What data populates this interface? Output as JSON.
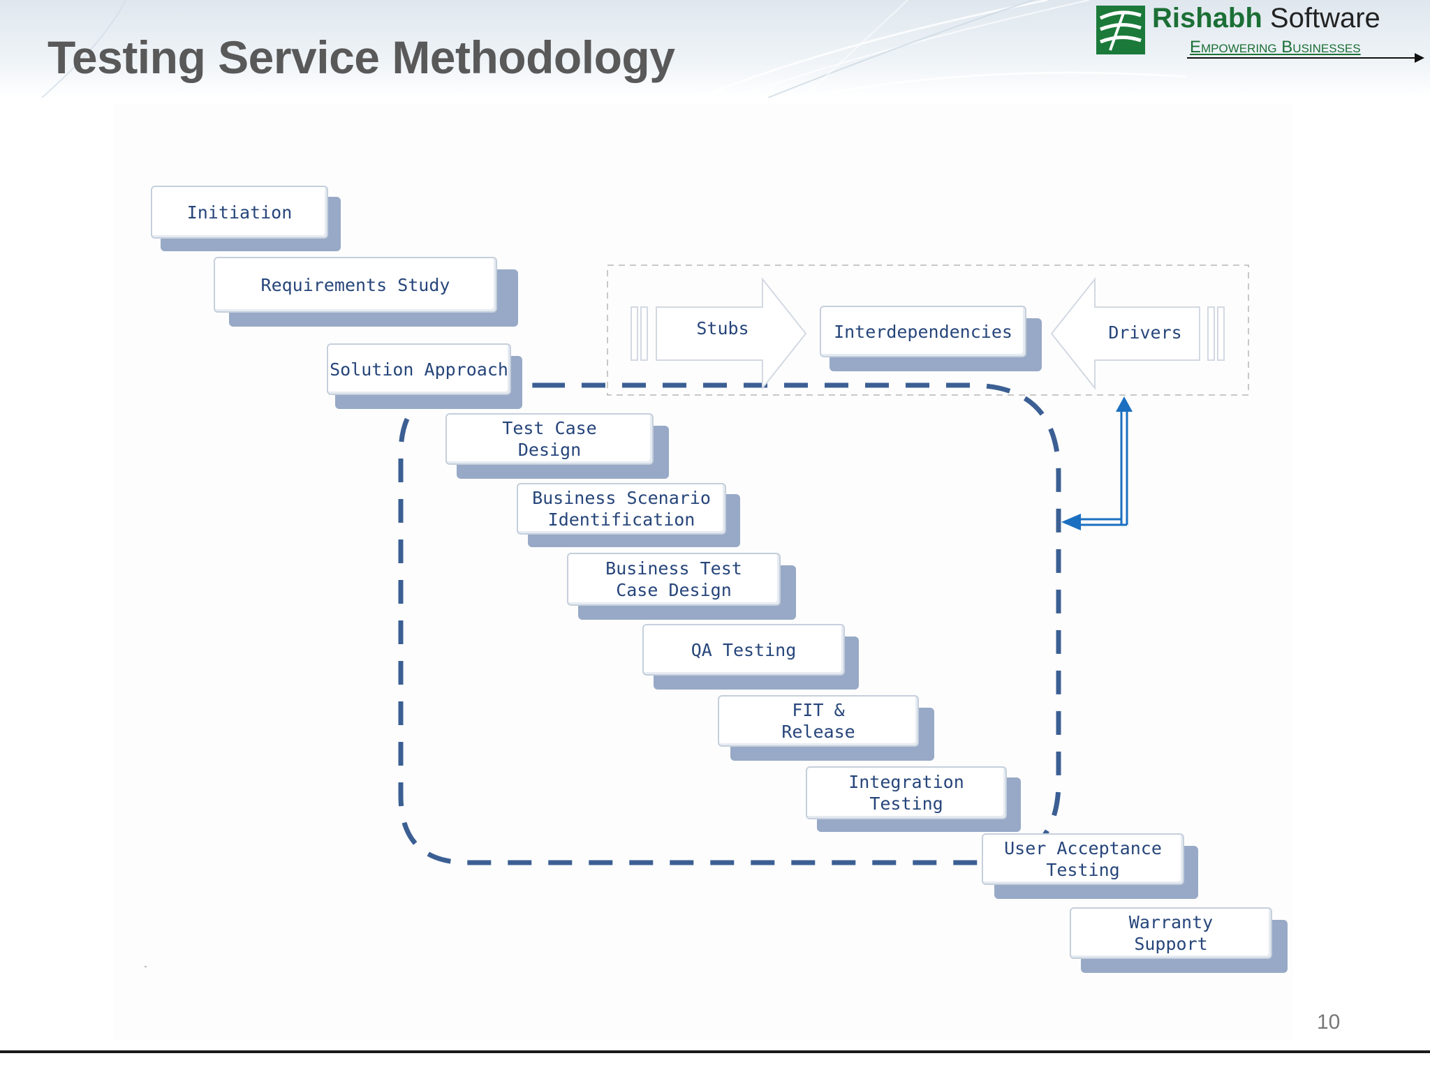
{
  "slide": {
    "title": "Testing Service Methodology",
    "page_number": "10"
  },
  "brand": {
    "name_bold": "Rishabh",
    "name_regular": "Software",
    "tagline": "Empowering Businesses",
    "logo_icon": "rishabh-logo-icon"
  },
  "colors": {
    "title": "#595959",
    "brand_green": "#1b6f35",
    "step_text": "#26457a",
    "dashed_loop": "#3b5f93",
    "arrow_blue": "#1b6fc0"
  },
  "steps": [
    {
      "id": "initiation",
      "label": "Initiation"
    },
    {
      "id": "requirements-study",
      "label": "Requirements Study"
    },
    {
      "id": "solution-approach",
      "label": "Solution Approach"
    },
    {
      "id": "test-case-design",
      "label": "Test Case\nDesign"
    },
    {
      "id": "business-scenario-identification",
      "label": "Business Scenario\nIdentification"
    },
    {
      "id": "business-test-case-design",
      "label": "Business Test\nCase Design"
    },
    {
      "id": "qa-testing",
      "label": "QA Testing"
    },
    {
      "id": "fit-release",
      "label": "FIT &\nRelease"
    },
    {
      "id": "integration-testing",
      "label": "Integration Testing"
    },
    {
      "id": "user-acceptance-testing",
      "label": "User Acceptance\nTesting"
    },
    {
      "id": "warranty-support",
      "label": "Warranty\nSupport"
    }
  ],
  "integration_panel": {
    "stubs": "Stubs",
    "interdependencies": "Interdependencies",
    "drivers": "Drivers"
  }
}
